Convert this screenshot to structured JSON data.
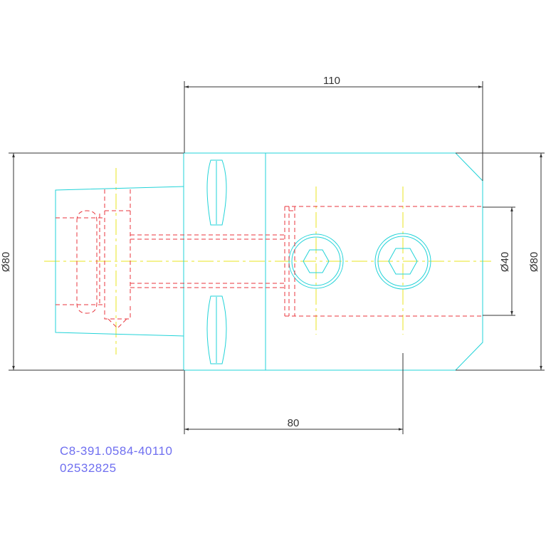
{
  "colors": {
    "outline": "#22d3d8",
    "hidden": "#e8353d",
    "center": "#e8e622",
    "dimension": "#333333",
    "caption": "#6f6ff0"
  },
  "dimensions": {
    "overall_length": "110",
    "diameter_left": "Ø80",
    "diameter_bore": "Ø40",
    "diameter_right": "Ø80",
    "screw_spacing": "80"
  },
  "caption": {
    "part_number": "C8-391.0584-40110",
    "serial_number": "02532825"
  }
}
